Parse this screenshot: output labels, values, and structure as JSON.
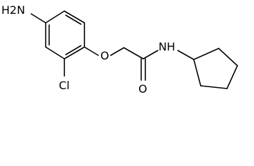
{
  "molecule": {
    "atoms": {
      "amine": "H2N",
      "ether_oxygen": "O",
      "chlorine": "Cl",
      "carbonyl_oxygen": "O",
      "amide_nitrogen": "NH"
    }
  },
  "colors": {
    "bond": "#000000",
    "label": "#000000",
    "background": "#ffffff"
  }
}
